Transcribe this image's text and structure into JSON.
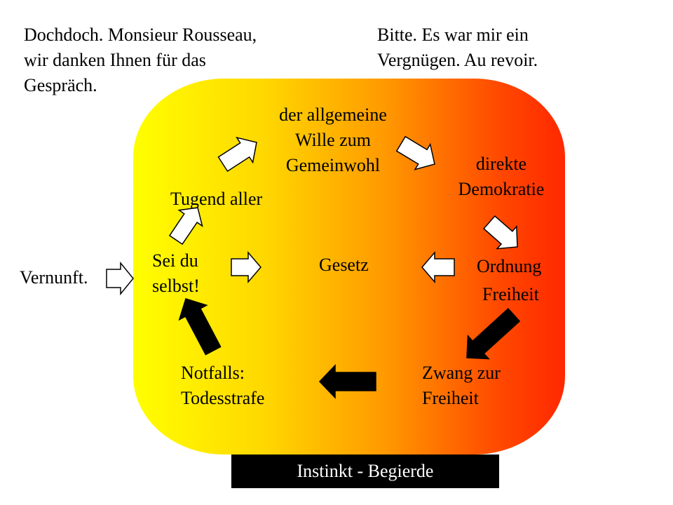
{
  "dialogue": {
    "interviewer": "Dochdoch. Monsieur Rousseau,\nwir danken Ihnen für das\nGespräch.",
    "rousseau": "Bitte. Es war mir ein\nVergnügen. Au revoir."
  },
  "nodes": {
    "allgemeine_wille": "der allgemeine\nWille zum\nGemeinwohl",
    "direkte_demokratie": "direkte\nDemokratie",
    "tugend": "Tugend aller",
    "sei_du_selbst": "Sei du\nselbst!",
    "gesetz": "Gesetz",
    "ordnung": "Ordnung",
    "freiheit": "Freiheit",
    "vernunft": "Vernunft.",
    "notfalls": "Notfalls:\nTodesstrafe",
    "zwang": "Zwang zur\nFreiheit"
  },
  "footer": {
    "label": "Instinkt - Begierde"
  },
  "colors": {
    "gradient_start": "#ffff00",
    "gradient_end": "#ff2800",
    "footer_bg": "#000000",
    "footer_text": "#ffffff"
  }
}
